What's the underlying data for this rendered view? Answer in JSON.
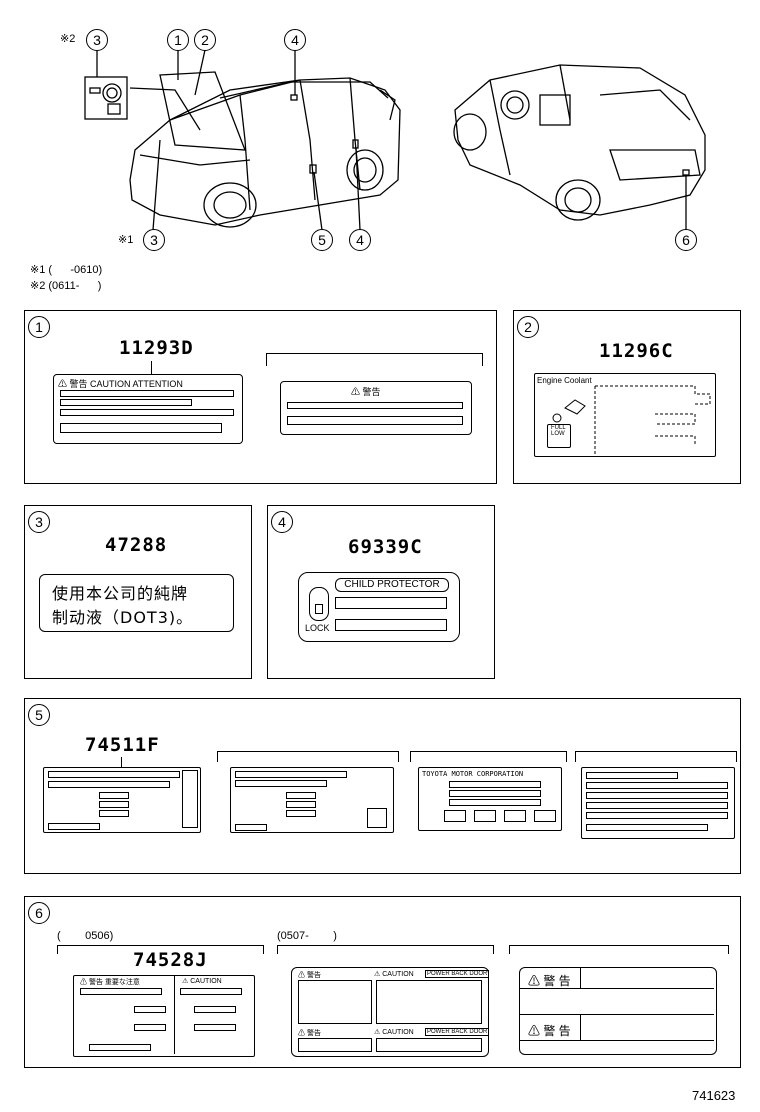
{
  "callouts": {
    "c1": "1",
    "c2": "2",
    "c3": "3",
    "c4": "4",
    "c5": "5",
    "c6": "6",
    "note_mark_1": "※1",
    "note_mark_2": "※2"
  },
  "notes": {
    "note1": "※1 (      -0610)",
    "note2": "※2 (0611-      )"
  },
  "panel1": {
    "number": "1",
    "part": "11293D",
    "label_a_header": "⚠ 警告  CAUTION ATTENTION",
    "label_b_header": "⚠ 警告"
  },
  "panel2": {
    "number": "2",
    "part": "11296C",
    "label_header": "Engine Coolant",
    "cap_line1": "FULL",
    "cap_line2": "LOW"
  },
  "panel3": {
    "number": "3",
    "part": "47288",
    "line1": "使用本公司的純牌",
    "line2": "制动液（DOT3)。"
  },
  "panel4": {
    "number": "4",
    "part": "69339C",
    "label_header": "CHILD PROTECTOR",
    "lock_text": "LOCK"
  },
  "panel5": {
    "number": "5",
    "part": "74511F",
    "lbl3_header": "TOYOTA MOTOR CORPORATION"
  },
  "panel6": {
    "number": "6",
    "range_a": "(        0506)",
    "range_b": "(0507-        )",
    "part": "74528J",
    "lbl1_left": "⚠ 警告  重要な注意",
    "lbl1_right": "⚠ CAUTION",
    "lbl2_h1": "⚠ 警告",
    "lbl2_h2": "⚠ CAUTION",
    "lbl2_h3": "POWER BACK DOOR",
    "lbl2_f1": "⚠ 警告",
    "lbl2_f2": "⚠ CAUTION",
    "lbl2_f3": "POWER BACK DOOR",
    "lbl3_h": "⚠ 警 告",
    "lbl3_f": "⚠ 警 告"
  },
  "figure_code": "741623"
}
